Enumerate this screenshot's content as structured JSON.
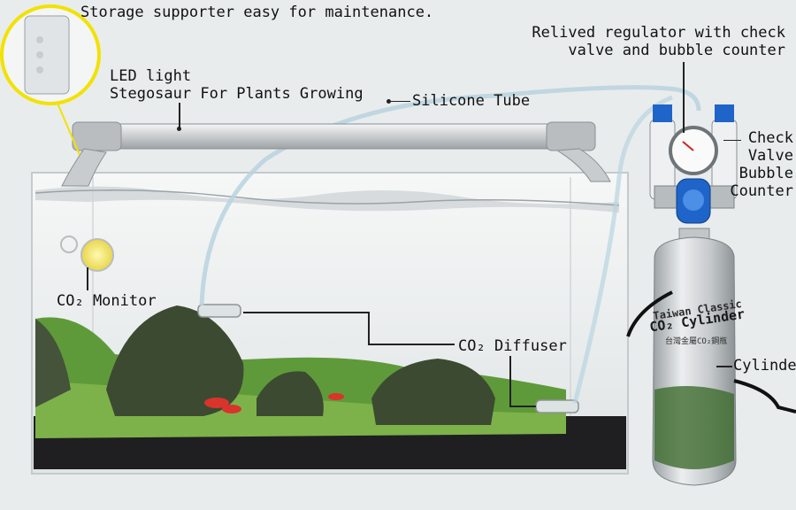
{
  "labels": {
    "storage": "Storage supporter easy for maintenance.",
    "led_line1": "LED light",
    "led_line2": "Stegosaur For Plants Growing",
    "silicone_tube": "Silicone Tube",
    "regulator_line1": "Relived regulator with check",
    "regulator_line2": "valve and bubble counter",
    "check_line1": "Check",
    "check_line2": "Valve",
    "check_line3": "Bubble",
    "check_line4": "Counter",
    "co2_monitor": "CO₂ Monitor",
    "co2_diffuser": "CO₂ Diffuser",
    "cylinder": "Cylinder",
    "bottle_brand": "Taiwan Classic",
    "bottle_product": "CO₂ Cylinder",
    "bottle_sub": "台灣金屬CO₂鋼瓶"
  },
  "colors": {
    "background": "#e9eced",
    "water_light": "#f2f4f4",
    "gravel": "#1f1f21",
    "moss": "#5f9a3a",
    "rock": "#3c4a32",
    "tube": "#b8d4df",
    "cylinder": "#c9cdd0",
    "regulator_blue": "#1f64c8",
    "callout_ring": "#f2e200"
  }
}
